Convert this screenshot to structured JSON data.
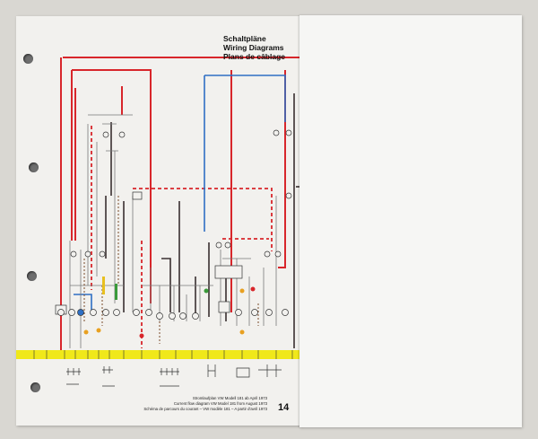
{
  "document": {
    "titles": [
      "Schaltpläne",
      "Wiring Diagrams",
      "Plans de câblage"
    ],
    "captions": [
      "Stromlaufplan VW Modell 181 ab April 1973",
      "Current flow diagram VW Model 181 from August 1973",
      "Schéma de parcours du courant – VW modèle 181 – A partir d'avril 1973"
    ],
    "page_number": "14"
  },
  "colors": {
    "wire_red": "#d8262b",
    "wire_blue": "#2e6fc4",
    "wire_dark": "#3a3030",
    "wire_grey": "#7a7a7a",
    "bus_yellow": "#f0e81a"
  }
}
